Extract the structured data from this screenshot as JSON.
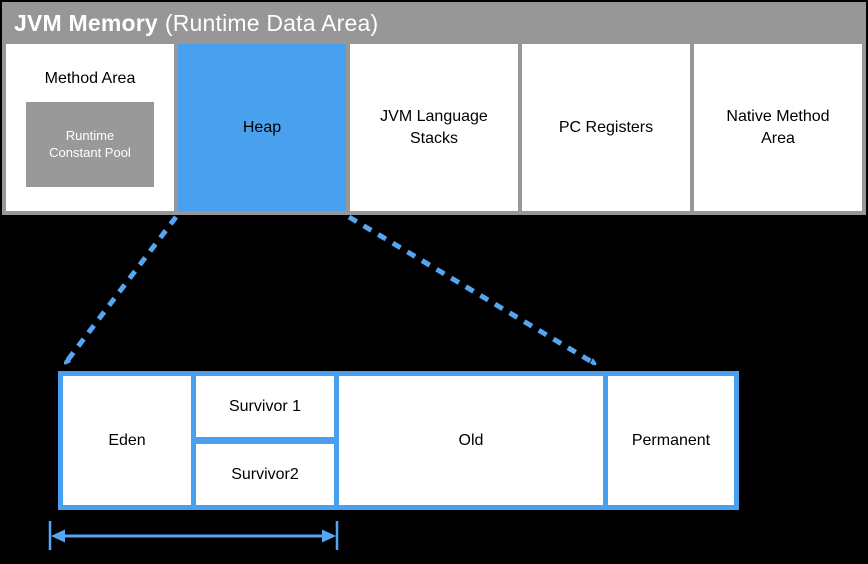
{
  "header": {
    "title_bold": "JVM Memory",
    "title_rest": "(Runtime Data Area)"
  },
  "memory_areas": [
    {
      "label": "Method Area",
      "sub_label": "Runtime Constant Pool",
      "highlighted": false
    },
    {
      "label": "Heap",
      "highlighted": true
    },
    {
      "label": "JVM Language Stacks",
      "highlighted": false
    },
    {
      "label": "PC Registers",
      "highlighted": false
    },
    {
      "label": "Native Method Area",
      "highlighted": false
    }
  ],
  "heap_detail": {
    "eden": "Eden",
    "survivor1": "Survivor 1",
    "survivor2": "Survivor2",
    "old": "Old",
    "permanent": "Permanent"
  },
  "colors": {
    "background": "#000000",
    "panel_gray": "#979797",
    "pool_gray": "#999999",
    "highlight_blue": "#49a0ef",
    "connector_blue": "#55a6f2",
    "box_white": "#ffffff",
    "title_text": "#ffffff",
    "label_text": "#000000"
  }
}
